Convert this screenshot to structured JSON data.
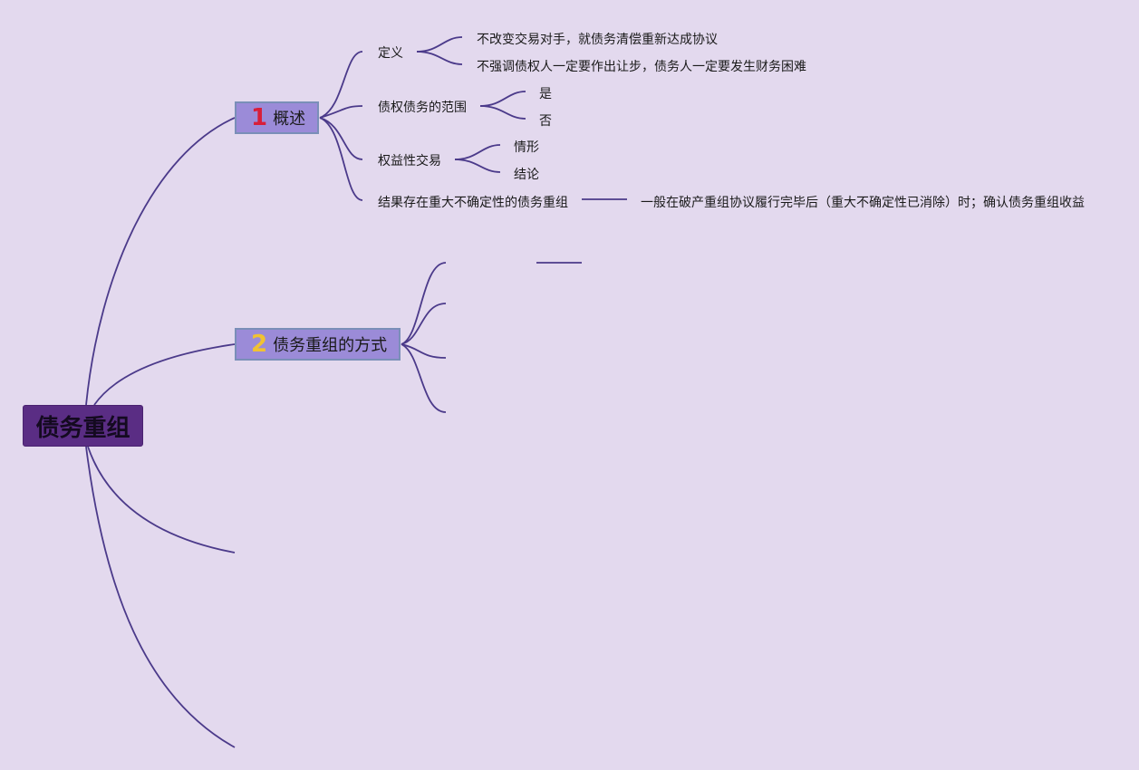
{
  "root": {
    "label": "债务重组"
  },
  "branches": [
    {
      "number": "1",
      "label": "概述",
      "children": [
        {
          "label": "定义",
          "children": [
            "不改变交易对手，就债务清偿重新达成协议",
            "不强调债权人一定要作出让步，债务人一定要发生财务困难"
          ]
        },
        {
          "label": "债权债务的范围",
          "children": [
            "是",
            "否"
          ]
        },
        {
          "label": "权益性交易",
          "children": [
            "情形",
            "结论"
          ]
        },
        {
          "label": "结果存在重大不确定性的债务重组",
          "children": [
            "一般在破产重组协议履行完毕后（重大不确定性已消除）时；确认债务重组收益"
          ]
        }
      ]
    },
    {
      "number": "2",
      "label": "债务重组的方式"
    }
  ],
  "colors": {
    "background": "#e3d9ee",
    "line": "#4b3a8a",
    "root_fill": "#5a2d84",
    "branch_fill": "#9b8bd8",
    "branch_border": "#7a8fb8",
    "num1": "#d81e3a",
    "num2": "#f1c232"
  }
}
